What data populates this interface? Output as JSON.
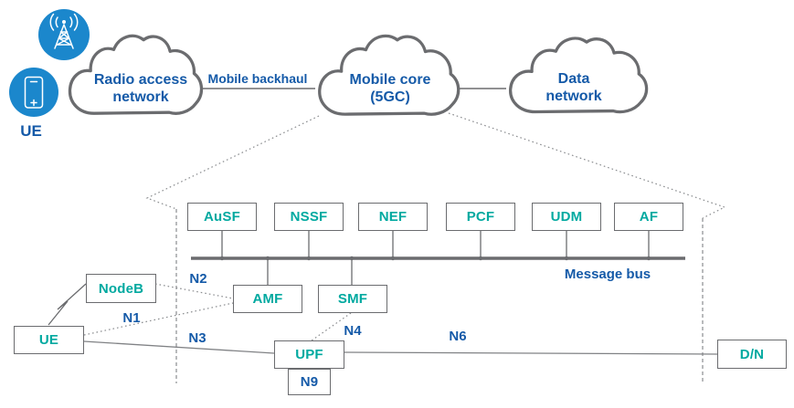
{
  "palette": {
    "teal": "#00a9a0",
    "blue": "#155aa8",
    "icon_blue": "#1b87cc",
    "gray": "#6b6c6f",
    "line_gray": "#808285"
  },
  "overview": {
    "ue_icon_label": "UE",
    "backhaul_label": "Mobile backhaul",
    "clouds": [
      {
        "line1": "Radio access",
        "line2": "network"
      },
      {
        "line1": "Mobile core",
        "line2": "(5GC)"
      },
      {
        "line1": "Data",
        "line2": "network"
      }
    ],
    "icons": [
      {
        "name": "radio-tower-icon"
      },
      {
        "name": "smartphone-icon"
      }
    ]
  },
  "core": {
    "bus_label": "Message bus",
    "bus_functions": [
      "AuSF",
      "NSSF",
      "NEF",
      "PCF",
      "UDM",
      "AF"
    ],
    "nodes": {
      "amf": "AMF",
      "smf": "SMF",
      "upf": "UPF",
      "nodeb": "NodeB",
      "ue": "UE",
      "dn": "D/N"
    },
    "interfaces": {
      "n1": "N1",
      "n2": "N2",
      "n3": "N3",
      "n4": "N4",
      "n6": "N6",
      "n9": "N9"
    }
  }
}
